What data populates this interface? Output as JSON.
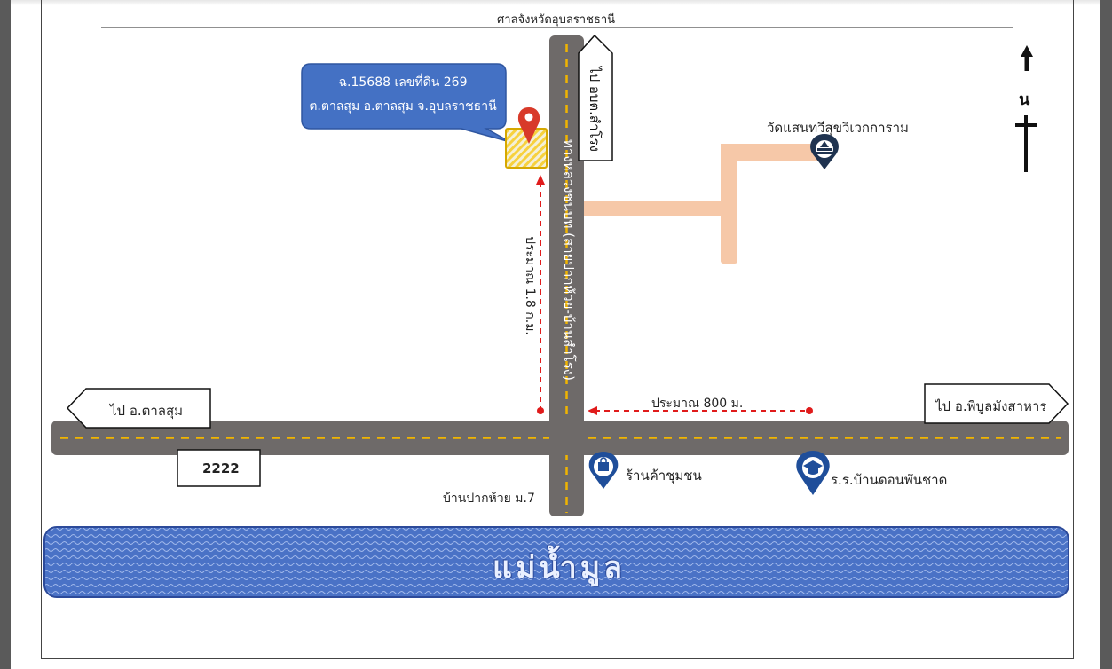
{
  "map": {
    "top_label": "ศาลจังหวัดอุบลราชธานี",
    "callout": {
      "line1": "ฉ.15688 เลขที่ดิน 269",
      "line2": "ต.ตาลสุม อ.ตาลสุม จ.อุบลราชธานี"
    },
    "north_label": "น",
    "temple_label": "วัดแสนทวีสุขวิเวกการาม",
    "sign_up": "ไป อบต.สำโรง",
    "vertical_road_label": "ทางหลวงชนบท (สายปากห้วย-บ้านสำโรง)",
    "distance_vertical": "ประมาณ 1.8 ก.ม.",
    "distance_horizontal": "ประมาณ 800 ม.",
    "sign_left": "ไป อ.ตาลสุม",
    "sign_right": "ไป อ.พิบูลมังสาหาร",
    "road_number": "2222",
    "shop_label": "ร้านค้าชุมชน",
    "school_label": "ร.ร.บ้านดอนพันชาด",
    "village_label": "บ้านปากห้วย ม.7",
    "river_label": "แม่น้ำมูล",
    "colors": {
      "road": "#6e6a69",
      "road_center": "#f0b400",
      "lane": "#f6c8a8",
      "callout": "#4471c4",
      "pin_blue": "#1f4e9a",
      "pin_red": "#d83a2a",
      "distance_line": "#e01b1b",
      "river": "#4a72c6"
    }
  }
}
